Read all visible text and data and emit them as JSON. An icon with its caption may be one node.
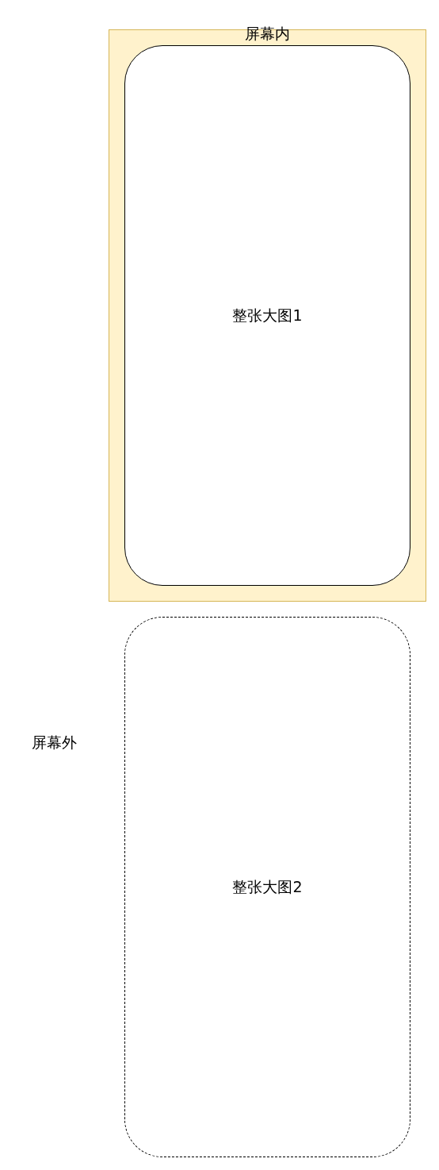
{
  "diagram": {
    "nodes": [
      {
        "text": [
          "屏幕内"
        ]
      },
      {
        "text": [
          "整张大图1"
        ],
        "in": 0
      },
      {
        "text": [
          "整张大图2"
        ]
      }
    ],
    "labels": [
      "屏幕外"
    ]
  }
}
